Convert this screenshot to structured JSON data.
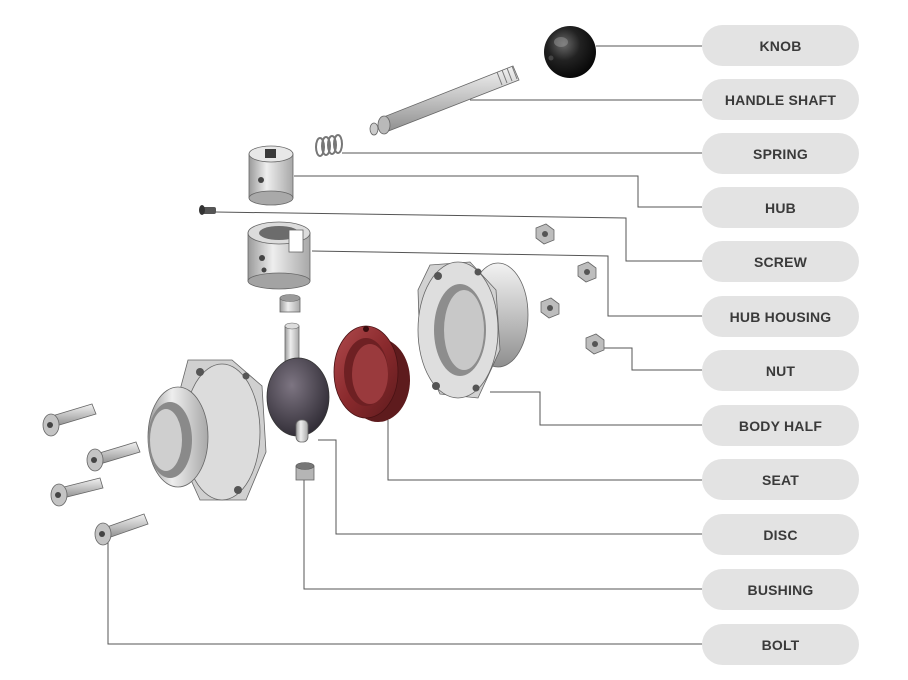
{
  "labels": [
    {
      "id": "knob",
      "text": "KNOB"
    },
    {
      "id": "handle-shaft",
      "text": "HANDLE SHAFT"
    },
    {
      "id": "spring",
      "text": "SPRING"
    },
    {
      "id": "hub",
      "text": "HUB"
    },
    {
      "id": "screw",
      "text": "SCREW"
    },
    {
      "id": "hub-housing",
      "text": "HUB HOUSING"
    },
    {
      "id": "nut",
      "text": "NUT"
    },
    {
      "id": "body-half",
      "text": "BODY HALF"
    },
    {
      "id": "seat",
      "text": "SEAT"
    },
    {
      "id": "disc",
      "text": "DISC"
    },
    {
      "id": "bushing",
      "text": "BUSHING"
    },
    {
      "id": "bolt",
      "text": "BOLT"
    }
  ],
  "colors": {
    "label_background": "#e3e3e3",
    "label_text": "#3a3a3a",
    "leader_line": "#555555",
    "steel": "#c9c9c9",
    "knob": "#1a1a1a",
    "seat": "#8e2b2e",
    "disc": "#4a4350"
  }
}
